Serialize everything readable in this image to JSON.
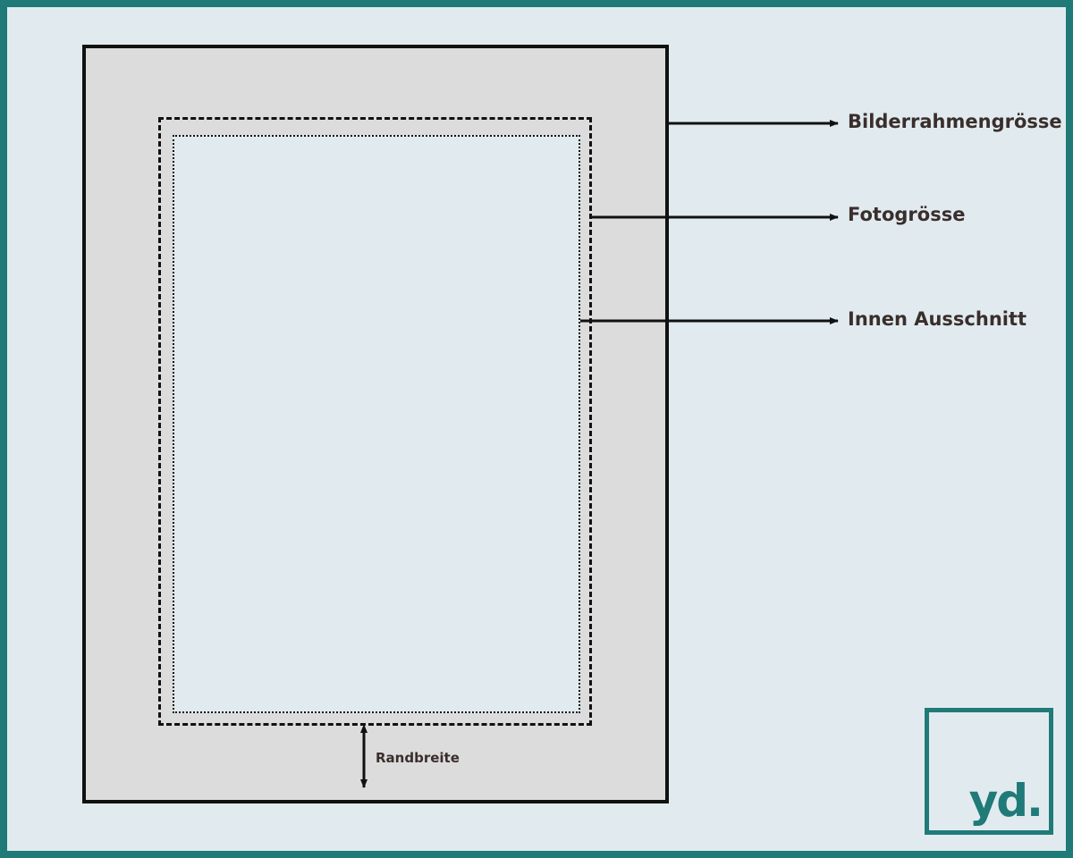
{
  "labels": {
    "frame_size": "Bilderrahmengrösse",
    "photo_size": "Fotogrösse",
    "inner_cutout": "Innen Ausschnitt",
    "border_width": "Randbreite"
  },
  "logo": {
    "text": "yd."
  },
  "colors": {
    "accent": "#1f7a78",
    "background": "#e1ebef",
    "mat": "#dcdcdc",
    "line": "#111111",
    "label_text": "#3a2e2c"
  }
}
